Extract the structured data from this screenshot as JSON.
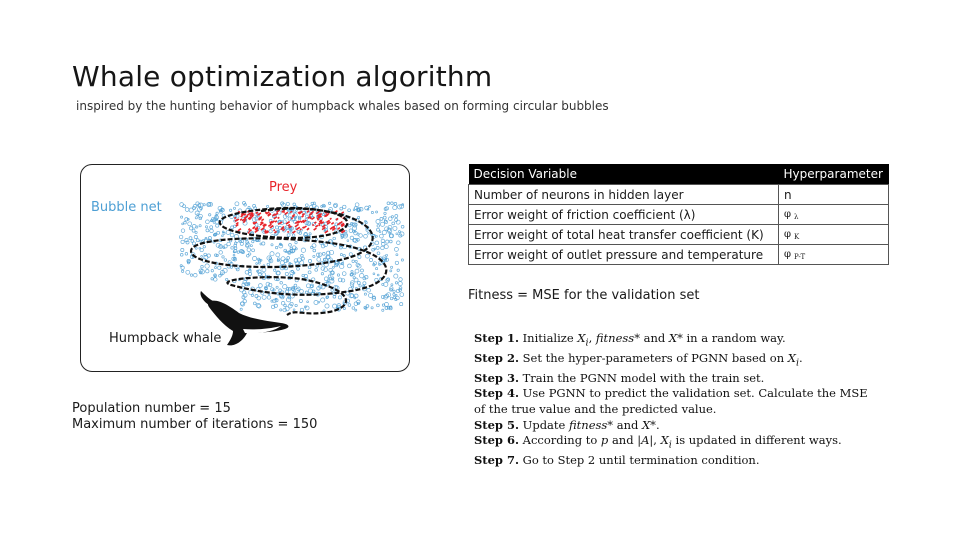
{
  "title": "Whale optimization algorithm",
  "subtitle": "inspired by the hunting behavior of humpback whales based on forming circular bubbles",
  "illustration": {
    "prey_label": "Prey",
    "bubble_label": "Bubble net",
    "whale_label": "Humpback whale",
    "colors": {
      "prey": "#e8252b",
      "bubbles": "#4d9fd4",
      "whale": "#1a1a1a"
    }
  },
  "params": {
    "population": "Population number = 15",
    "iterations": "Maximum number of iterations = 150"
  },
  "table": {
    "headers": [
      "Decision Variable",
      "Hyperparameter"
    ],
    "rows": [
      {
        "variable": "Number of neurons in hidden layer",
        "param": "n",
        "sub": ""
      },
      {
        "variable": "Error weight of friction coefficient (λ)",
        "param": "φ",
        "sub": "λ"
      },
      {
        "variable": "Error weight of total heat transfer coefficient (K)",
        "param": "φ",
        "sub": "K"
      },
      {
        "variable": "Error weight of outlet pressure and temperature",
        "param": "φ",
        "sub": "P-T"
      }
    ]
  },
  "fitness": "Fitness = MSE for the validation set",
  "steps": {
    "s1": {
      "label": "Step 1.",
      "pre": " Initialize ",
      "x": "X",
      "xsub": "i",
      "mid": ", ",
      "fit": "fitness*",
      "and": " and ",
      "xs": "X*",
      "post": " in a random way."
    },
    "s2": {
      "label": "Step 2.",
      "pre": " Set the hyper-parameters of PGNN based on ",
      "x": "X",
      "xsub": "i",
      "post": "."
    },
    "s3": {
      "label": "Step 3.",
      "text": " Train the PGNN model with the train set."
    },
    "s4": {
      "label": "Step 4.",
      "text": " Use PGNN to predict the validation set. Calculate the MSE",
      "cont": "of the true value and the predicted value."
    },
    "s5": {
      "label": "Step 5.",
      "pre": " Update ",
      "fit": "fitness*",
      "and": " and ",
      "xs": "X*",
      "post": "."
    },
    "s6": {
      "label": "Step 6.",
      "pre": " According to ",
      "p": "p",
      "and": " and |",
      "a": "A",
      "bar": "|, ",
      "x": "X",
      "xsub": "i",
      "post": " is updated in different ways."
    },
    "s7": {
      "label": "Step 7.",
      "text": " Go to Step 2 until termination condition."
    }
  }
}
